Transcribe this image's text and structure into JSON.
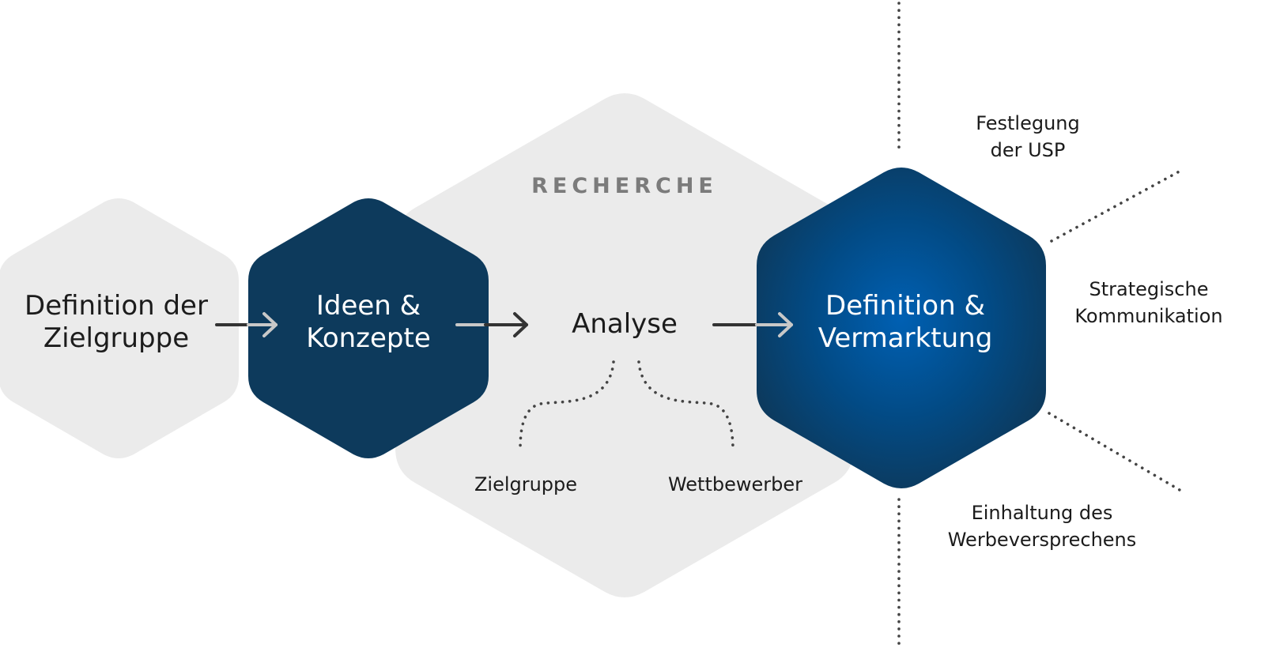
{
  "colors": {
    "light_hex": "#ebebeb",
    "dark_hex": "#0d3a5c",
    "accent_hex_center": "#0058a6",
    "arrow_dark": "#333333",
    "arrow_light": "#c8c8c8",
    "dots": "#444444"
  },
  "hexagons": {
    "zielgruppe": {
      "line1": "Definition der",
      "line2": "Zielgruppe"
    },
    "ideen": {
      "line1": "Ideen &",
      "line2": "Konzepte"
    },
    "recherche": {
      "title": "RECHERCHE",
      "center": "Analyse"
    },
    "vermarktung": {
      "line1": "Definition &",
      "line2": "Vermarktung"
    }
  },
  "analyse_branches": {
    "left": "Zielgruppe",
    "right": "Wettbewerber"
  },
  "outcomes": {
    "usp": {
      "line1": "Festlegung",
      "line2": "der USP"
    },
    "kommunikation": {
      "line1": "Strategische",
      "line2": "Kommunikation"
    },
    "werbeversprechen": {
      "line1": "Einhaltung des",
      "line2": "Werbeversprechens"
    }
  }
}
